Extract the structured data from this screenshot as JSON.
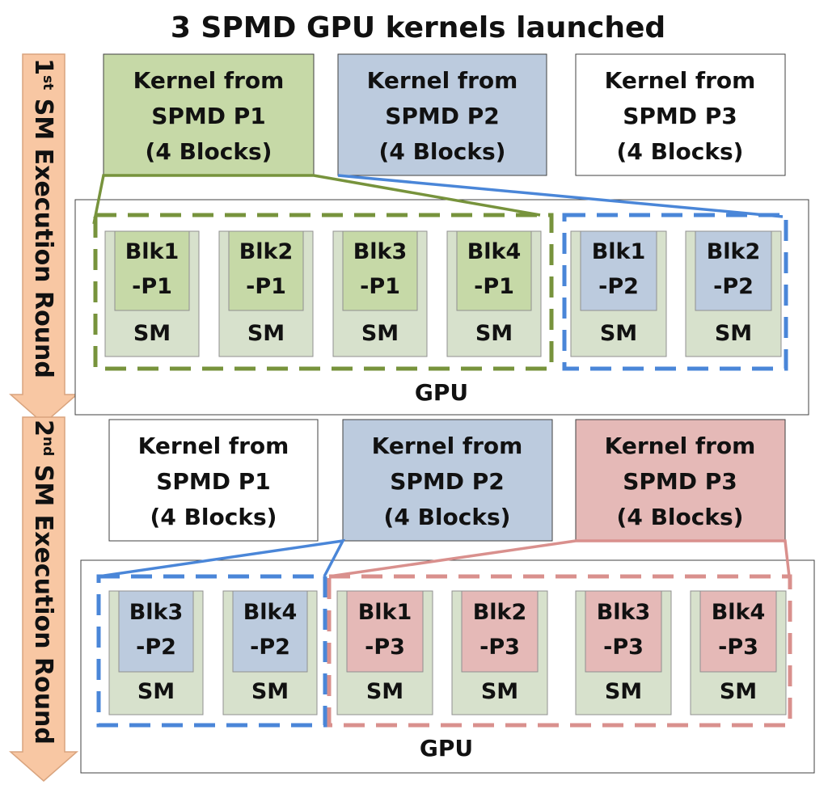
{
  "title": "3 SPMD GPU kernels launched",
  "colors": {
    "p1_fill": "#c6d9a7",
    "p1_edge": "#77933c",
    "p2_fill": "#bccbde",
    "p2_edge": "#4a86d8",
    "p3_fill": "#e5b9b7",
    "p3_edge": "#d9908d",
    "sm_fill": "#d7e1cc",
    "arrow_fill": "#f8c7a3",
    "arrow_edge": "#d9a47e"
  },
  "round1": {
    "label": "SM Execution Round",
    "ordinal": "1",
    "suffix": "st",
    "kernels": [
      {
        "lines": [
          "Kernel from",
          "SPMD P1",
          "(4 Blocks)"
        ],
        "state": "p1"
      },
      {
        "lines": [
          "Kernel from",
          "SPMD P2",
          "(4 Blocks)"
        ],
        "state": "p2"
      },
      {
        "lines": [
          "Kernel from",
          "SPMD P3",
          "(4 Blocks)"
        ],
        "state": "none"
      }
    ],
    "sms": [
      {
        "blk": [
          "Blk1",
          "-P1"
        ],
        "sm": "SM",
        "state": "p1"
      },
      {
        "blk": [
          "Blk2",
          "-P1"
        ],
        "sm": "SM",
        "state": "p1"
      },
      {
        "blk": [
          "Blk3",
          "-P1"
        ],
        "sm": "SM",
        "state": "p1"
      },
      {
        "blk": [
          "Blk4",
          "-P1"
        ],
        "sm": "SM",
        "state": "p1"
      },
      {
        "blk": [
          "Blk1",
          "-P2"
        ],
        "sm": "SM",
        "state": "p2"
      },
      {
        "blk": [
          "Blk2",
          "-P2"
        ],
        "sm": "SM",
        "state": "p2"
      }
    ],
    "gpu_label": "GPU"
  },
  "round2": {
    "label": "SM Execution Round",
    "ordinal": "2",
    "suffix": "nd",
    "kernels": [
      {
        "lines": [
          "Kernel from",
          "SPMD P1",
          "(4 Blocks)"
        ],
        "state": "none"
      },
      {
        "lines": [
          "Kernel from",
          "SPMD P2",
          "(4 Blocks)"
        ],
        "state": "p2"
      },
      {
        "lines": [
          "Kernel from",
          "SPMD P3",
          "(4 Blocks)"
        ],
        "state": "p3"
      }
    ],
    "sms": [
      {
        "blk": [
          "Blk3",
          "-P2"
        ],
        "sm": "SM",
        "state": "p2"
      },
      {
        "blk": [
          "Blk4",
          "-P2"
        ],
        "sm": "SM",
        "state": "p2"
      },
      {
        "blk": [
          "Blk1",
          "-P3"
        ],
        "sm": "SM",
        "state": "p3"
      },
      {
        "blk": [
          "Blk2",
          "-P3"
        ],
        "sm": "SM",
        "state": "p3"
      },
      {
        "blk": [
          "Blk3",
          "-P3"
        ],
        "sm": "SM",
        "state": "p3"
      },
      {
        "blk": [
          "Blk4",
          "-P3"
        ],
        "sm": "SM",
        "state": "p3"
      }
    ],
    "gpu_label": "GPU"
  }
}
